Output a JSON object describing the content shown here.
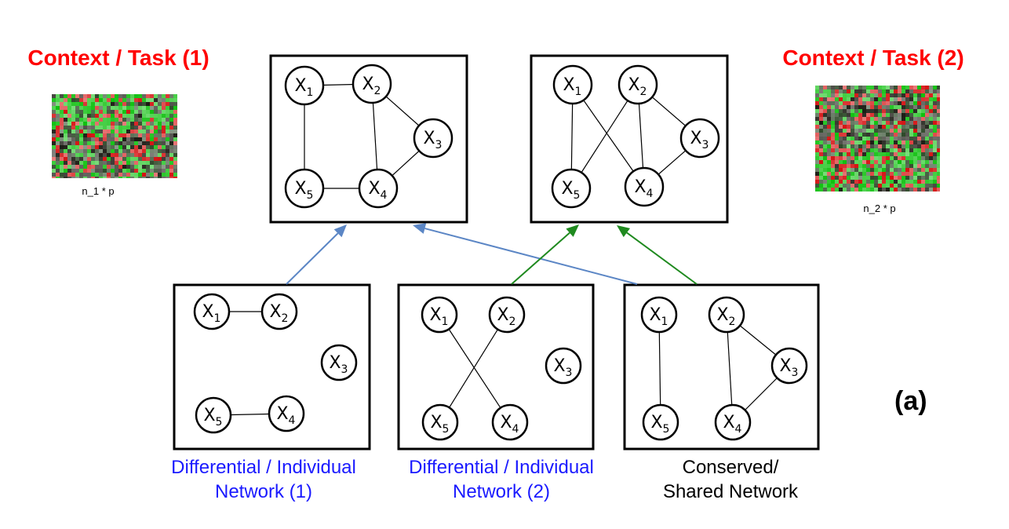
{
  "contexts": [
    {
      "title": "Context / Task (1)",
      "dims": "n_1 * p"
    },
    {
      "title": "Context / Task (2)",
      "dims": "n_2 * p"
    }
  ],
  "colors": {
    "context_title": "#ff0000",
    "differential_caption": "#1a1aff",
    "shared_caption": "#000000",
    "arrow_blue": "#5b86c5",
    "arrow_green": "#1f8a1f",
    "heatmap_red": "#d41010",
    "heatmap_green": "#10c010",
    "heatmap_dark": "#1a1a12"
  },
  "node_names": [
    "X1",
    "X2",
    "X3",
    "X4",
    "X5"
  ],
  "networks": [
    {
      "id": "context-1-network",
      "edges": [
        [
          "X1",
          "X2"
        ],
        [
          "X1",
          "X5"
        ],
        [
          "X2",
          "X4"
        ],
        [
          "X2",
          "X3"
        ],
        [
          "X3",
          "X4"
        ],
        [
          "X4",
          "X5"
        ]
      ]
    },
    {
      "id": "context-2-network",
      "edges": [
        [
          "X1",
          "X5"
        ],
        [
          "X1",
          "X4"
        ],
        [
          "X2",
          "X5"
        ],
        [
          "X2",
          "X4"
        ],
        [
          "X2",
          "X3"
        ],
        [
          "X3",
          "X4"
        ]
      ]
    },
    {
      "id": "differential-network-1",
      "edges": [
        [
          "X1",
          "X2"
        ],
        [
          "X5",
          "X4"
        ]
      ]
    },
    {
      "id": "differential-network-2",
      "edges": [
        [
          "X1",
          "X4"
        ],
        [
          "X2",
          "X5"
        ]
      ]
    },
    {
      "id": "shared-network",
      "edges": [
        [
          "X1",
          "X5"
        ],
        [
          "X2",
          "X4"
        ],
        [
          "X2",
          "X3"
        ],
        [
          "X3",
          "X4"
        ]
      ]
    }
  ],
  "captions": {
    "differential_1": [
      "Differential / Individual",
      "Network (1)"
    ],
    "differential_2": [
      "Differential / Individual",
      "Network (2)"
    ],
    "shared": [
      "Conserved/",
      "Shared Network"
    ]
  },
  "panel_label": "(a)"
}
